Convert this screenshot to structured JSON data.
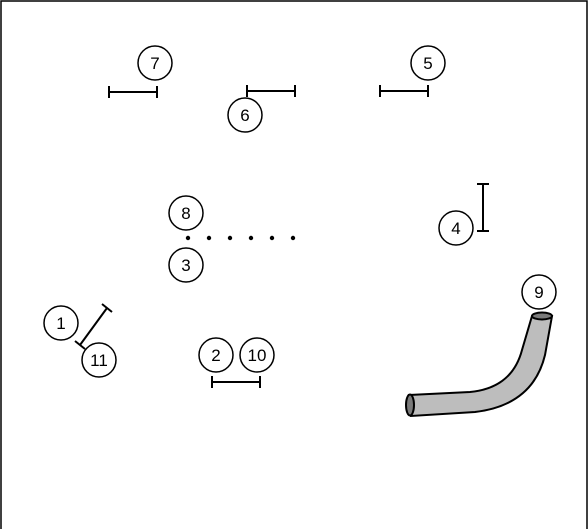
{
  "colors": {
    "background": "#ffffff",
    "ink": "#000000",
    "tunnel_fill": "#bdbdbd",
    "tunnel_mouth": "#7a7a7a"
  },
  "markers": [
    {
      "label": "1"
    },
    {
      "label": "2"
    },
    {
      "label": "3"
    },
    {
      "label": "4"
    },
    {
      "label": "5"
    },
    {
      "label": "6"
    },
    {
      "label": "7"
    },
    {
      "label": "8"
    },
    {
      "label": "9"
    },
    {
      "label": "10"
    },
    {
      "label": "11"
    }
  ],
  "obstacles": [
    {
      "kind": "jump"
    },
    {
      "kind": "jump"
    },
    {
      "kind": "jump"
    },
    {
      "kind": "jump"
    },
    {
      "kind": "jump"
    },
    {
      "kind": "jump"
    },
    {
      "kind": "weave-poles",
      "count": 6
    },
    {
      "kind": "tunnel"
    }
  ]
}
